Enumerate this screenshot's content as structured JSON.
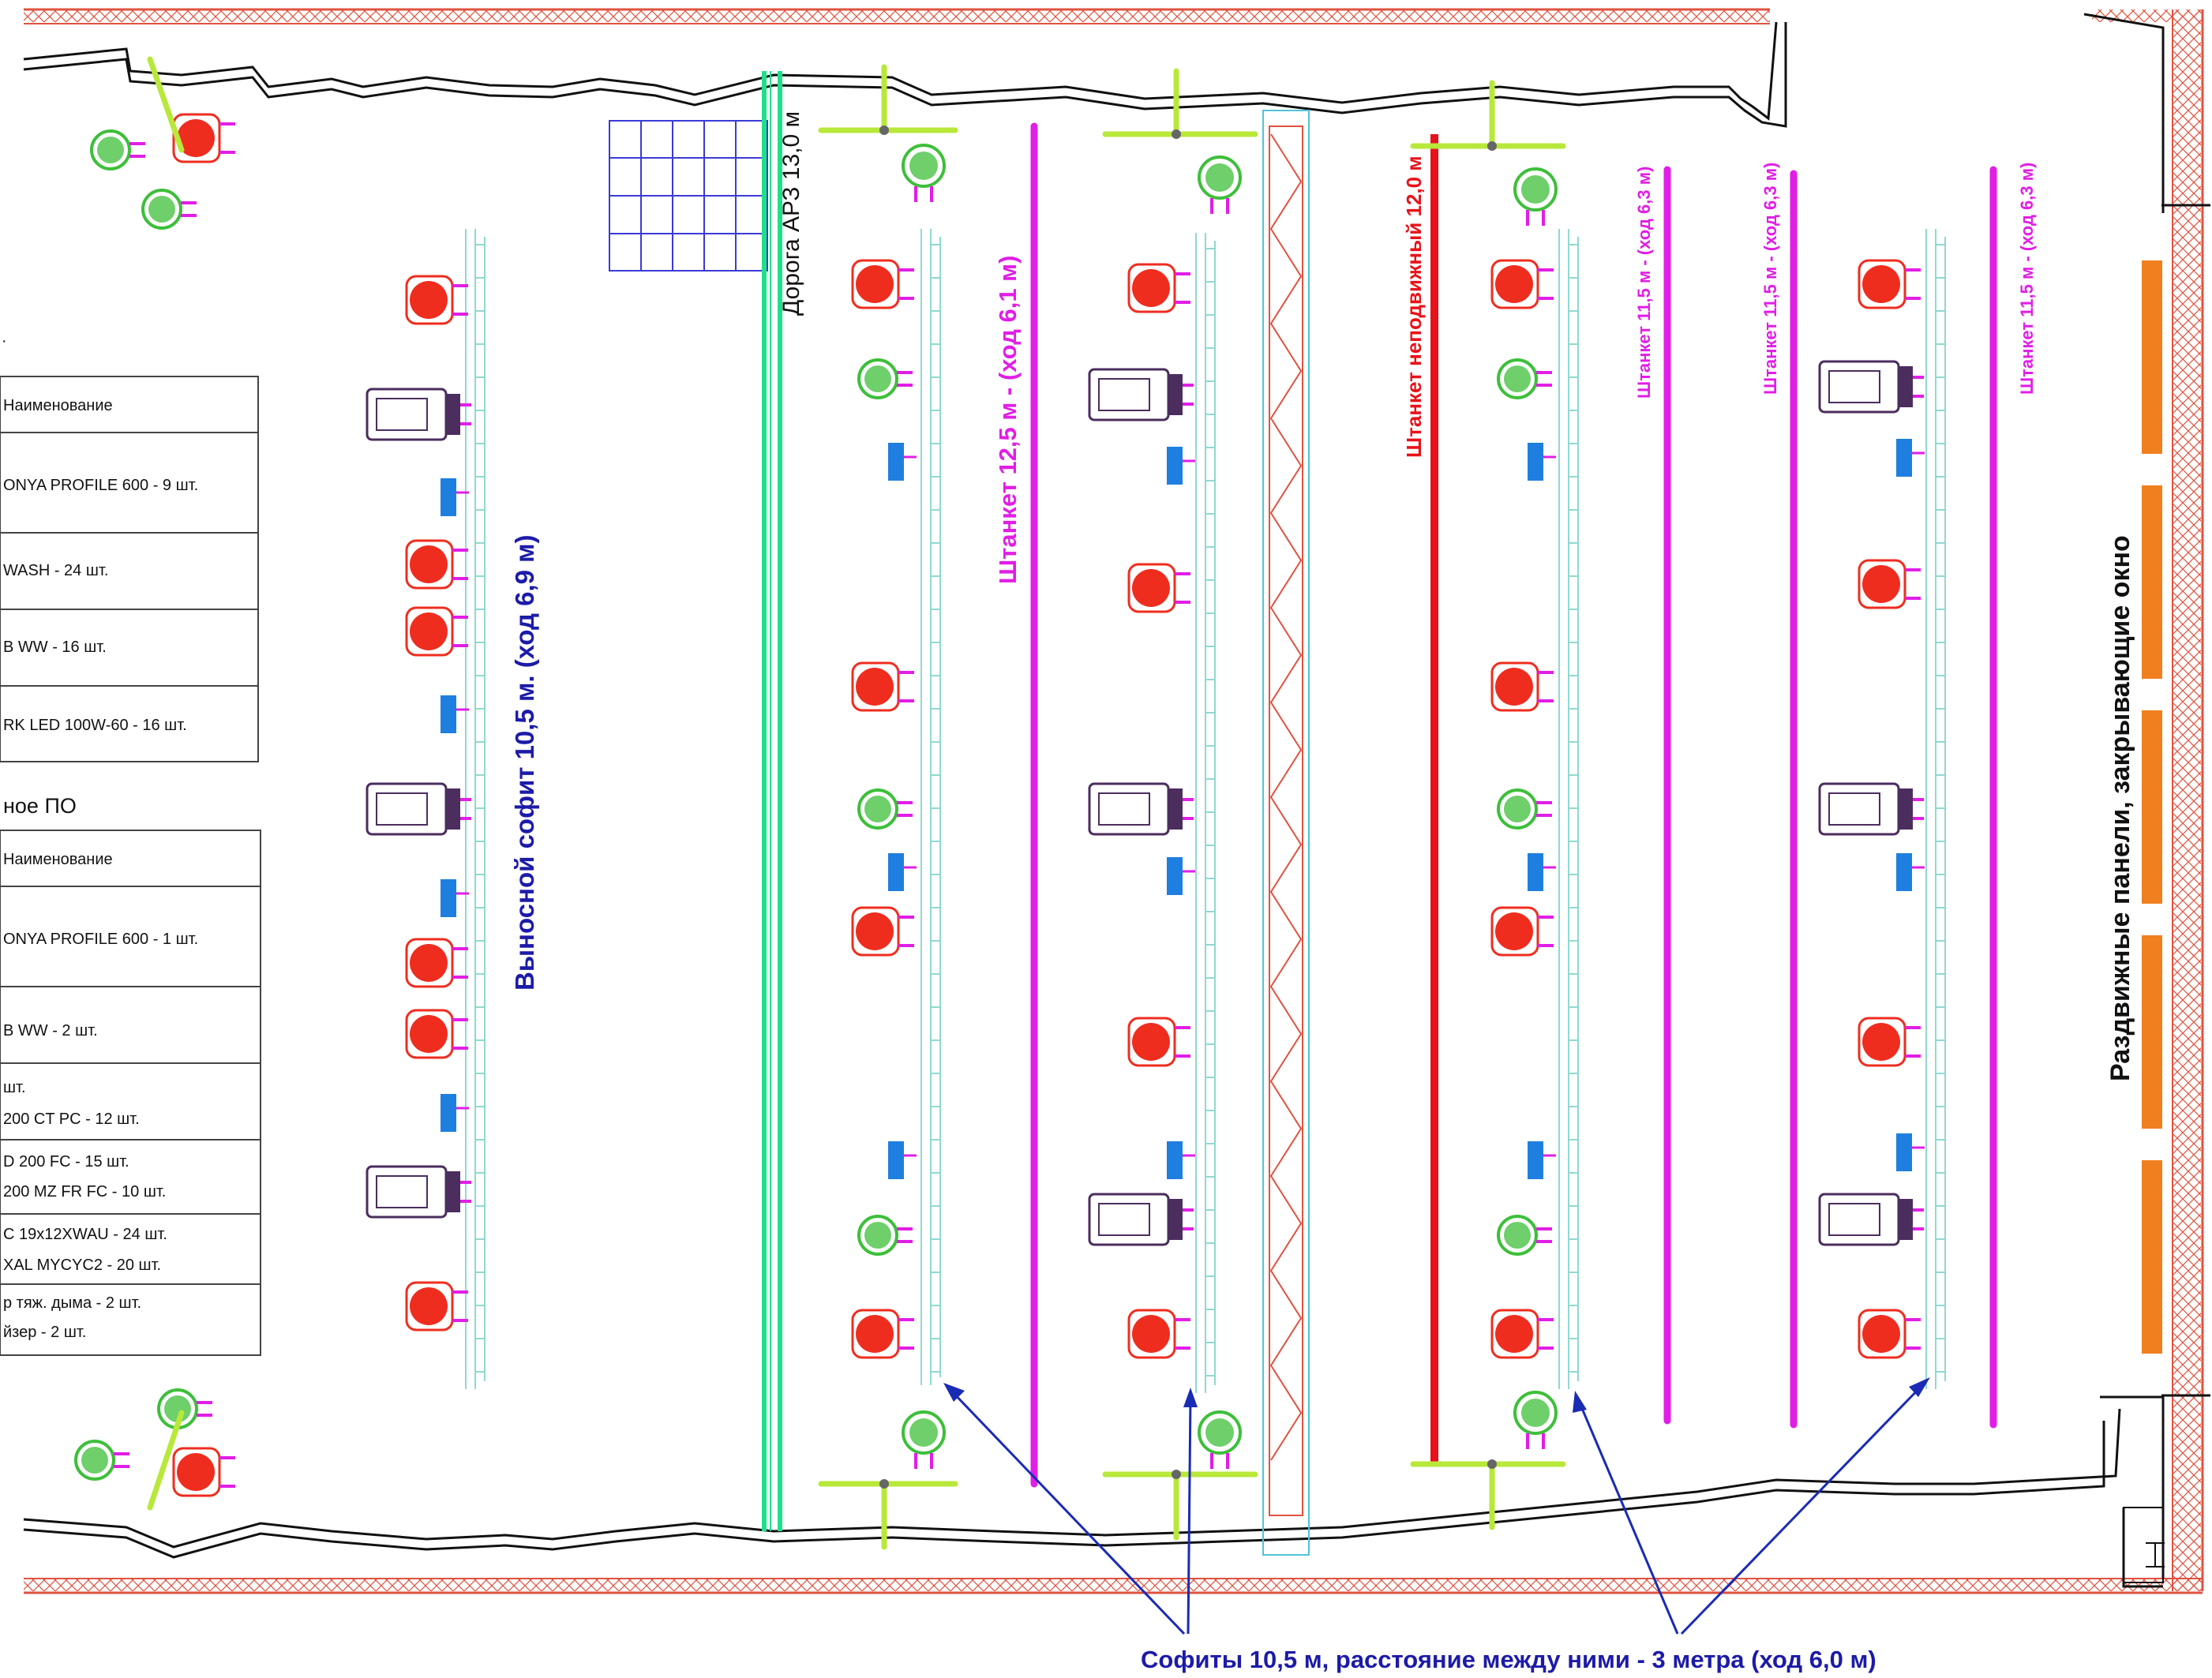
{
  "legend": {
    "table1": {
      "header": "Наименование",
      "rows": [
        "ONYA PROFILE 600 - 9 шт.",
        "WASH - 24 шт.",
        "B WW - 16 шт.",
        "RK LED 100W-60 - 16 шт."
      ]
    },
    "table2_title": "ное ПО",
    "table2": {
      "header": "Наименование",
      "rows": [
        [
          "ONYA PROFILE 600 - 1 шт."
        ],
        [
          "B WW - 2 шт."
        ],
        [
          "шт.",
          "200 CT PC - 12 шт."
        ],
        [
          "D 200 FC - 15 шт.",
          "200 MZ FR FC - 10 шт."
        ],
        [
          "C 19x12XWAU - 24 шт.",
          "XAL MYCYC2 - 20 шт."
        ],
        [
          "р тяж. дыма - 2 шт.",
          "йзер - 2 шт."
        ]
      ]
    }
  },
  "labels": {
    "front_batten": "Выносной софит 10,5 м. (ход 6,9 м)",
    "road": "Дорога АРЗ 13,0 м",
    "batten_125": "Штанкет 12,5 м - (ход 6,1 м)",
    "batten_fixed": "Штанкет неподвижный 12,0 м",
    "batten_115": "Штанкет 11,5 м - (ход 6,3 м)",
    "panels": "Раздвижные панели, закрывающие окно",
    "bottom_note": "Софиты 10,5 м, расстояние между ними - 3 метра (ход 6,0 м)"
  },
  "colors": {
    "wall_red": "#e0523f",
    "batten_cyan": "#8fd9d0",
    "road_green": "#1fe08a",
    "magenta": "#e11ee6",
    "red_batten": "#e8121a",
    "moving_head_red": "#ef2d1f",
    "wash_green": "#3dbf3a",
    "profile_purple": "#4b2d5e",
    "blue_unit": "#1e7fe0",
    "panel_orange": "#f07f1f",
    "arrow_blue": "#1a2bb5",
    "label_navy": "#1c1ba8"
  },
  "icons": {
    "moving_head": "moving-head-spot-icon",
    "wash": "led-wash-icon",
    "profile": "profile-spot-icon",
    "bar": "led-bar-icon"
  }
}
